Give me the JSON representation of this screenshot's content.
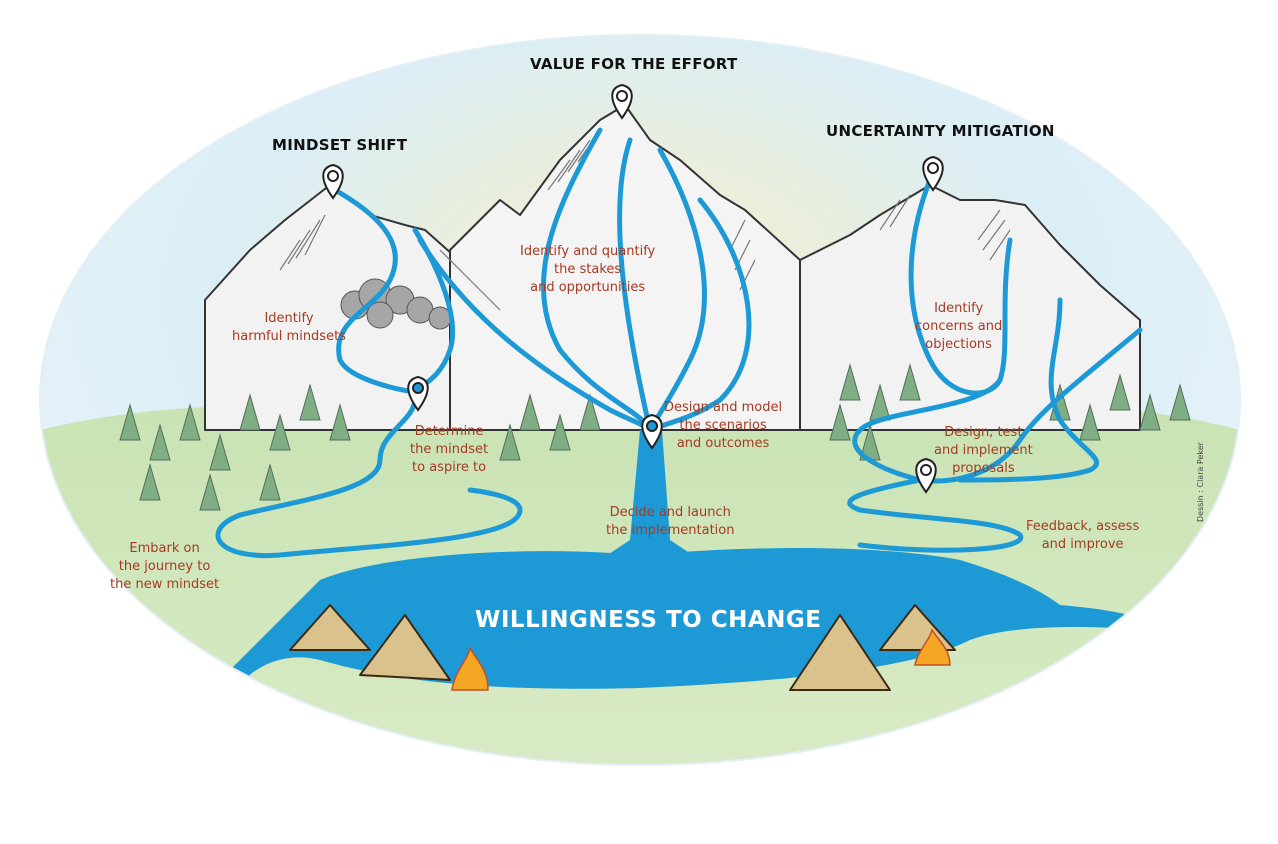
{
  "peaks": [
    {
      "title": "MINDSET SHIFT"
    },
    {
      "title": "VALUE FOR THE EFFORT"
    },
    {
      "title": "UNCERTAINTY MITIGATION"
    }
  ],
  "steps": {
    "identify_harmful": [
      "Identify",
      "harmful mindsets"
    ],
    "determine_mindset": [
      "Determine",
      "the mindset",
      "to aspire to"
    ],
    "embark": [
      "Embark on",
      "the journey to",
      "the new mindset"
    ],
    "identify_quantify": [
      "Identify and quantify",
      "the stakes",
      "and opportunities"
    ],
    "design_model": [
      "Design and model",
      "the scenarios",
      "and outcomes"
    ],
    "decide_launch": [
      "Decide and launch",
      "the implementation"
    ],
    "identify_concerns": [
      "Identify",
      "concerns and",
      "objections"
    ],
    "design_test": [
      "Design, test",
      "and implement",
      "proposals"
    ],
    "feedback": [
      "Feedback, assess",
      "and improve"
    ]
  },
  "lake_label": "WILLINGNESS TO CHANGE",
  "credit": "Dessin : Clara Peker",
  "colors": {
    "river": "#1d9ad6",
    "step_text": "#a63a22",
    "mountain": "#eeeeee",
    "forest": "#6fa878",
    "sky": "#cfe6f3"
  }
}
